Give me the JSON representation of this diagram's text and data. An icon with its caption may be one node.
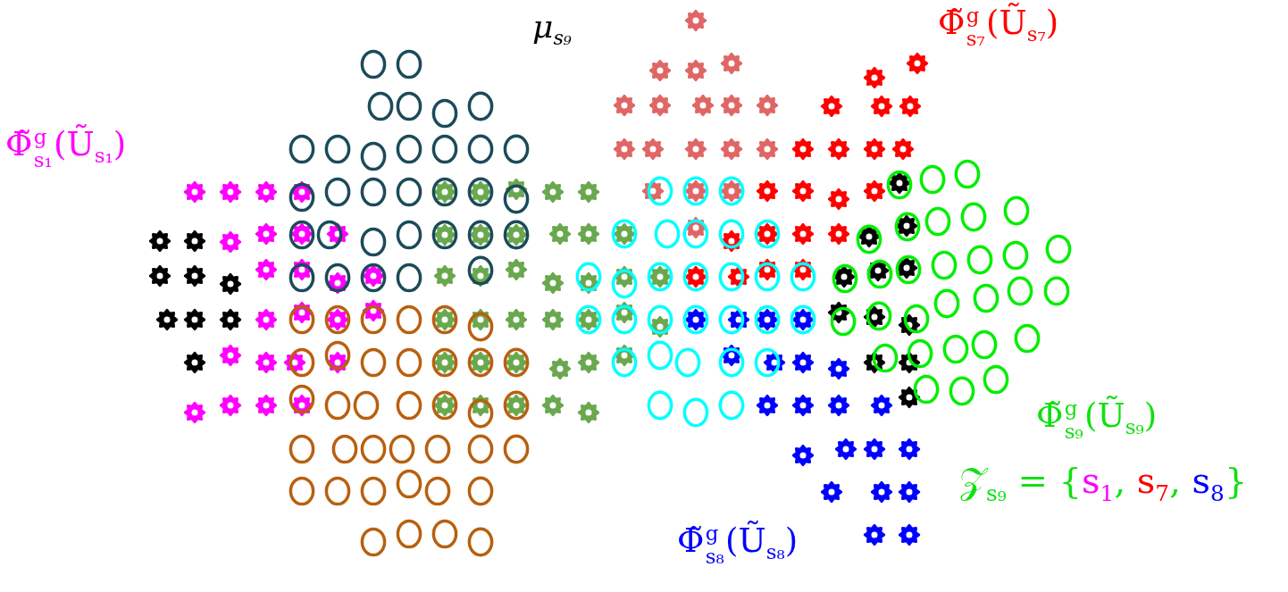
{
  "diagram": {
    "labels": [
      "μ$_{s₉}$",
      "Φ̃$^{g}$$_{s₇}$(Ũ$_{s₇}$)",
      "Φ̃$^{g}$$_{s₁}$(Ũ$_{s₁}$)",
      "Φ̃$^{g}$$_{s₉}$(Ũ$_{s₉}$)",
      "𝒵$_{s₉}$ = {s$_{1}$, s$_{7}$, s$_{8}$}",
      "Φ̃$^{g}$$_{s₈}$(Ũ$_{s₈}$)"
    ]
  }
}
